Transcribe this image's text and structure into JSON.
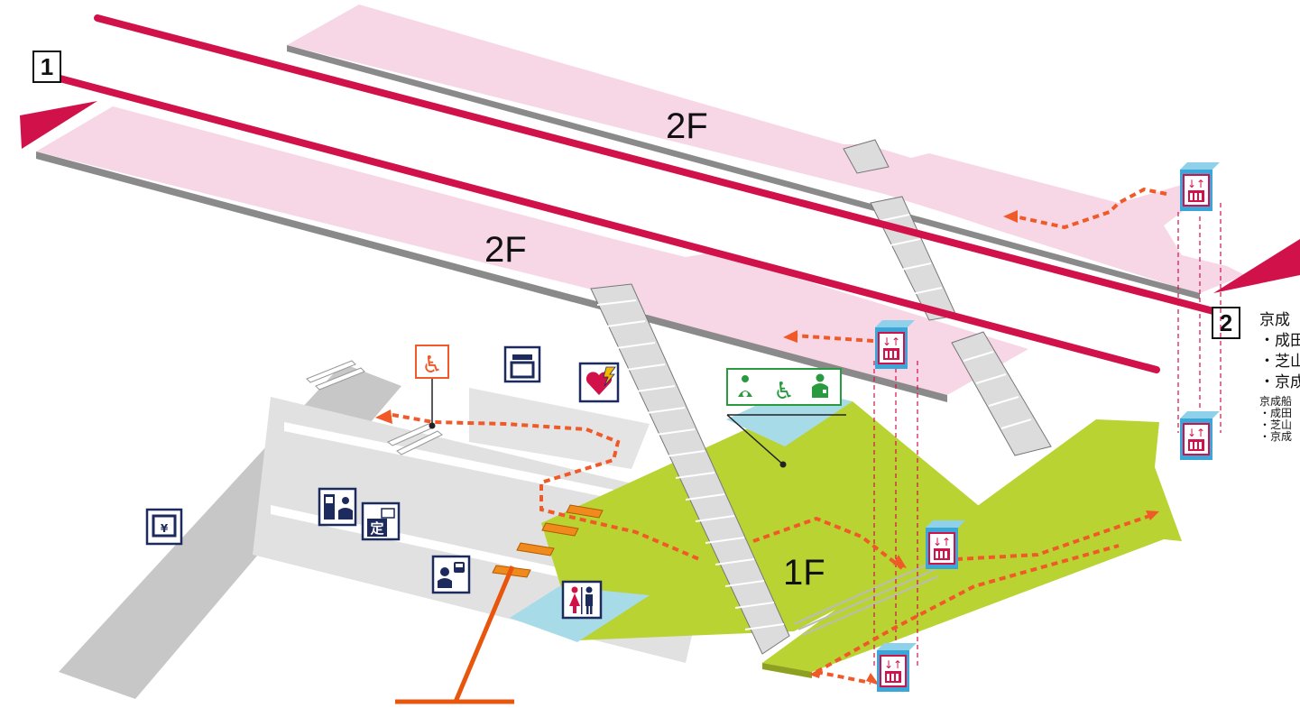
{
  "floors": {
    "upper_a": "2F",
    "upper_b": "2F",
    "ground": "1F"
  },
  "platforms": [
    {
      "number": "1"
    },
    {
      "number": "2"
    }
  ],
  "platform_2_info": {
    "lines": [
      "京成",
      "・成田",
      "・芝山",
      "・京成",
      "京成船",
      "・成田",
      "・芝山",
      "・京成"
    ]
  },
  "icons": [
    "elevator-icon",
    "wheelchair-ramp-icon",
    "coin-locker-icon",
    "aed-icon",
    "baby-changing-icon",
    "wheelchair-icon",
    "ostomate-icon",
    "atm-icon",
    "ticket-machine-icon",
    "commuter-pass-icon",
    "station-staff-icon",
    "restroom-icon"
  ],
  "colors": {
    "upper_floor": "#f7d6e6",
    "ground_floor": "#b9d332",
    "concourse": "#e1e1e1",
    "track": "#d1124a",
    "route": "#f05a28",
    "elevator": "#d1124a",
    "restroom_area": "#a8dbe8",
    "accessible_sign": "#2a9a3f",
    "exit_line": "#e8560e"
  }
}
